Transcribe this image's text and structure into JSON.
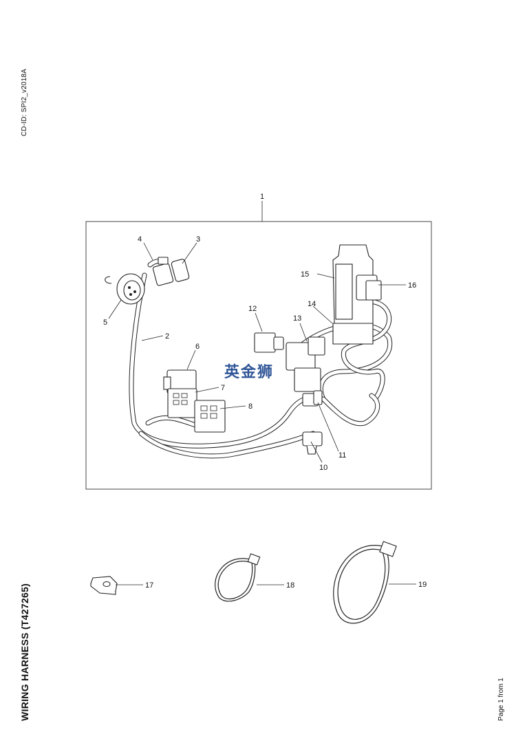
{
  "document": {
    "cd_id": "CD-ID: SPI2_v2018A",
    "title": "WIRING HARNESS (T427265)",
    "page_label": "Page 1 from 1",
    "watermark": "英金狮"
  },
  "callouts": [
    "1",
    "2",
    "3",
    "4",
    "5",
    "6",
    "7",
    "8",
    "10",
    "11",
    "12",
    "13",
    "14",
    "15",
    "16",
    "17",
    "18",
    "19"
  ]
}
